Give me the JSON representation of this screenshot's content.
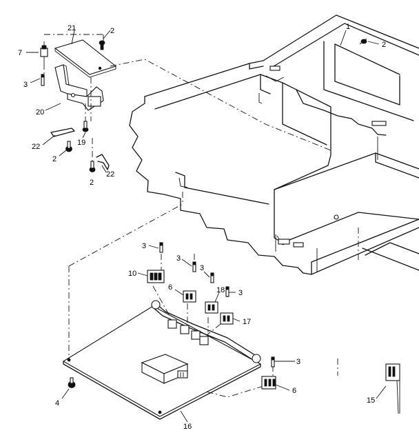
{
  "diagram": {
    "callouts": [
      {
        "id": "c-21",
        "text": "21"
      },
      {
        "id": "c-2a",
        "text": "2"
      },
      {
        "id": "c-7",
        "text": "7"
      },
      {
        "id": "c-3a",
        "text": "3"
      },
      {
        "id": "c-20",
        "text": "20"
      },
      {
        "id": "c-22a",
        "text": "22"
      },
      {
        "id": "c-2b",
        "text": "2"
      },
      {
        "id": "c-19",
        "text": "19"
      },
      {
        "id": "c-2c",
        "text": "2"
      },
      {
        "id": "c-22b",
        "text": "22"
      },
      {
        "id": "c-1",
        "text": "1"
      },
      {
        "id": "c-2d",
        "text": "2"
      },
      {
        "id": "c-3b",
        "text": "3"
      },
      {
        "id": "c-10",
        "text": "10"
      },
      {
        "id": "c-3c",
        "text": "3"
      },
      {
        "id": "c-6a",
        "text": "6"
      },
      {
        "id": "c-3d",
        "text": "3"
      },
      {
        "id": "c-18",
        "text": "18"
      },
      {
        "id": "c-3e",
        "text": "3"
      },
      {
        "id": "c-17",
        "text": "17"
      },
      {
        "id": "c-3f",
        "text": "3"
      },
      {
        "id": "c-6b",
        "text": "6"
      },
      {
        "id": "c-4",
        "text": "4"
      },
      {
        "id": "c-16",
        "text": "16"
      },
      {
        "id": "c-15",
        "text": "15"
      }
    ]
  }
}
